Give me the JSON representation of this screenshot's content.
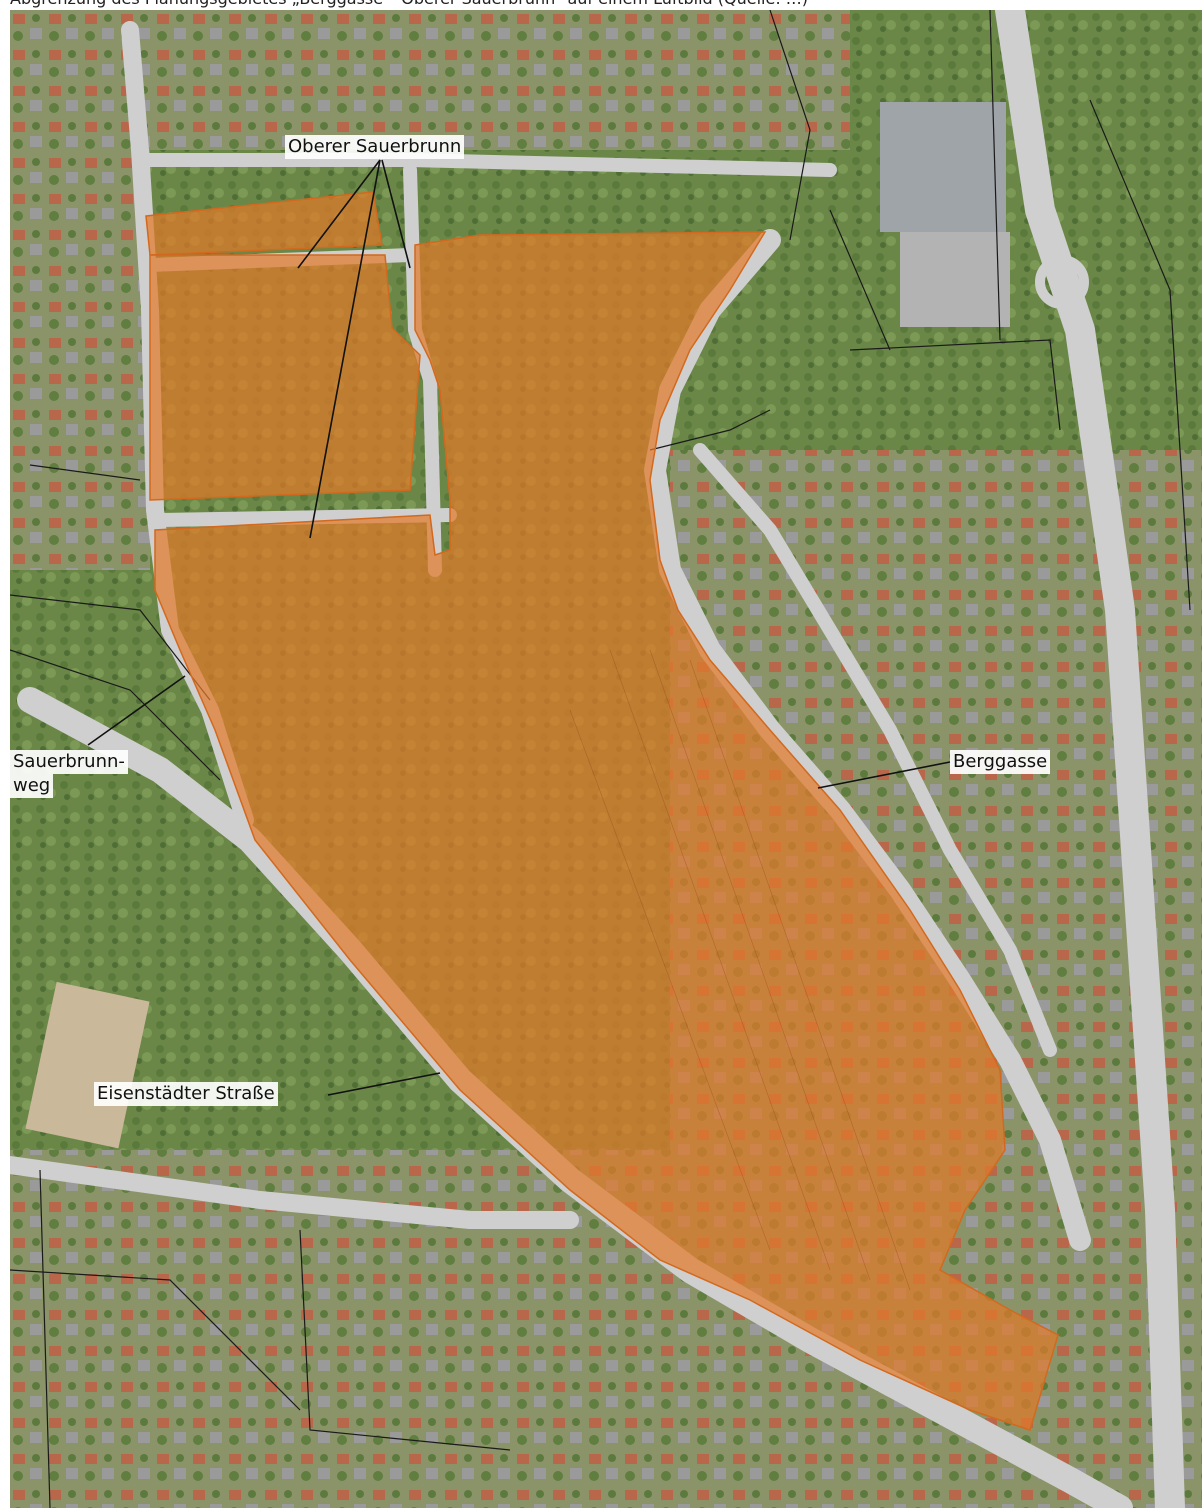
{
  "caption": "Abgrenzung des Planungsgebietes „Berggasse – Oberer Sauerbrunn“ auf einem Luftbild (Quelle: …)",
  "labels": {
    "oberer_sauerbrunn": "Oberer Sauerbrunn",
    "sauerbrunnweg_1": "Sauerbrunn-",
    "sauerbrunnweg_2": "weg",
    "berggasse": "Berggasse",
    "eisenstaedter": "Eisenstädter Straße"
  },
  "colors": {
    "area_fill": "#e07a2a",
    "area_stroke": "#d2691e",
    "road": "#cfcfcf",
    "vegetation": "#6f8c4a",
    "roof": "#b8674a",
    "parcel_line": "#1a1a1a"
  }
}
